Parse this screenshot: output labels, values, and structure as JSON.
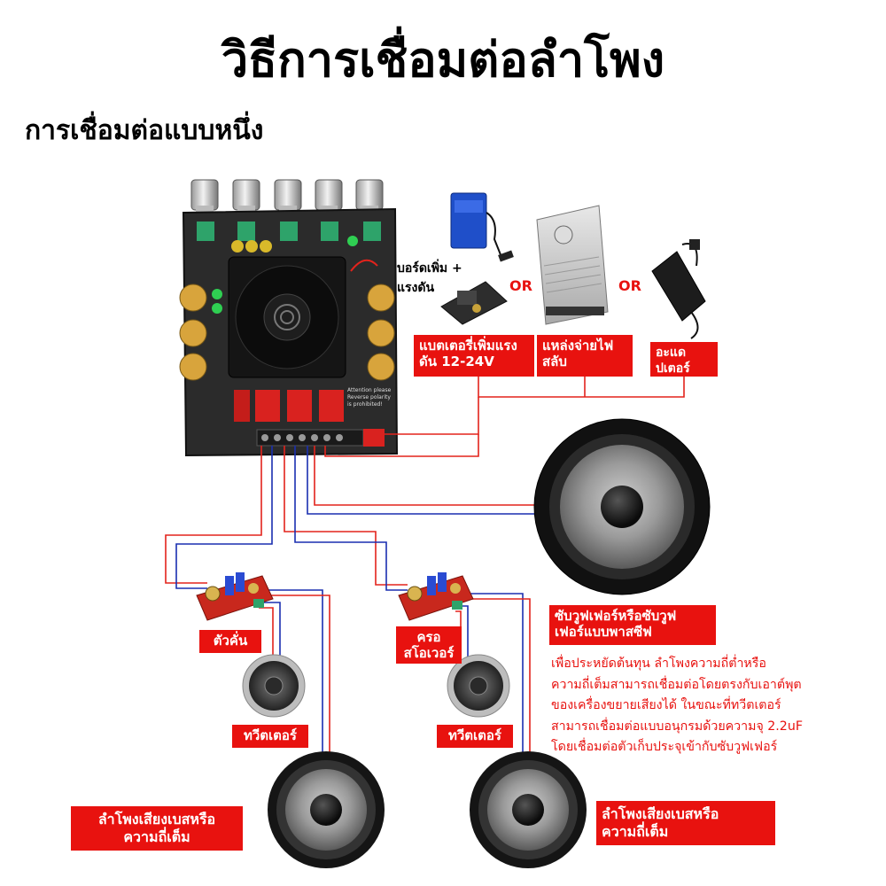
{
  "title": "วิธีการเชื่อมต่อลำโพง",
  "subtitle": "การเชื่อมต่อแบบหนึ่ง",
  "board": {
    "warning_line1": "Attention please",
    "warning_line2": "Reverse polarity",
    "warning_line3": "is prohibited!"
  },
  "power": {
    "boost_label_line1": "บอร์ดเพิ่ม +",
    "boost_label_line2": "แรงดัน",
    "or_1": "OR",
    "or_2": "OR",
    "battery_label_line1": "แบตเตอรี่เพิ่มแรง",
    "battery_label_line2": "ดัน 12-24V",
    "psu_label_line1": "แหล่งจ่ายไฟ",
    "psu_label_line2": "สลับ",
    "adapter_label_line1": "อะแด",
    "adapter_label_line2": "ปเตอร์"
  },
  "crossover": {
    "left_label": "ตัวคั่น",
    "right_label_line1": "ครอ",
    "right_label_line2": "สโอเวอร์"
  },
  "tweeter": {
    "left_label": "ทวีตเตอร์",
    "right_label": "ทวีตเตอร์"
  },
  "subwoofer": {
    "label_line1": "ซับวูฟเฟอร์หรือซับวูฟ",
    "label_line2": "เฟอร์แบบพาสซีฟ"
  },
  "note_lines": [
    "เพื่อประหยัดต้นทุน ลำโพงความถี่ต่ำหรือ",
    "ความถี่เต็มสามารถเชื่อมต่อโดยตรงกับเอาต์พุต",
    "ของเครื่องขยายเสียงได้ ในขณะที่ทวีตเตอร์",
    "สามารถเชื่อมต่อแบบอนุกรมด้วยความจุ 2.2uF",
    "โดยเชื่อมต่อตัวเก็บประจุเข้ากับซับวูฟเฟอร์"
  ],
  "woofer": {
    "left_label_line1": "ลำโพงเสียงเบสหรือ",
    "left_label_line2": "ความถี่เต็ม",
    "right_label_line1": "ลำโพงเสียงเบสหรือ",
    "right_label_line2": "ความถี่เต็ม"
  },
  "colors": {
    "label_red": "#e8120f",
    "wire_red": "#e3231c",
    "wire_blue": "#1a2fb0",
    "board_dark": "#2a2a2a"
  }
}
